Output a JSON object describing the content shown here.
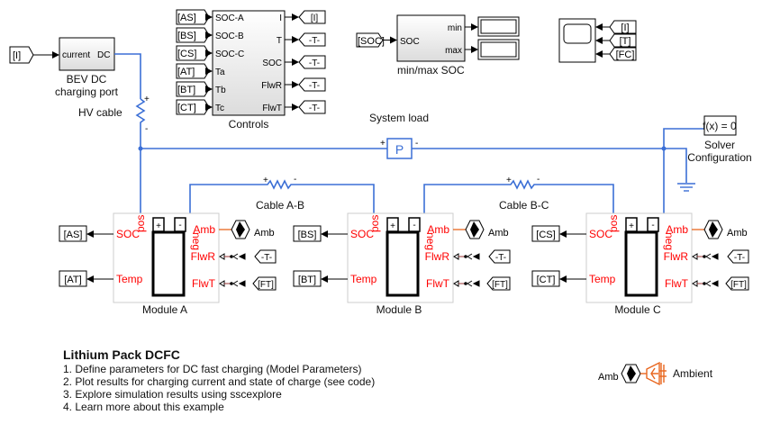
{
  "colors": {
    "wire": "#3b6fd6",
    "port_label": "#ff0000",
    "thermal": "#e8661e"
  },
  "charging_port": {
    "input_tag": "[I]",
    "in_port": "current",
    "out_port": "DC",
    "label_line1": "BEV DC",
    "label_line2": "charging port"
  },
  "hv_cable": {
    "label": "HV cable",
    "plus": "+",
    "minus": "-"
  },
  "controls": {
    "label": "Controls",
    "inputs": [
      {
        "tag": "[AS]",
        "port": "SOC-A"
      },
      {
        "tag": "[BS]",
        "port": "SOC-B"
      },
      {
        "tag": "[CS]",
        "port": "SOC-C"
      },
      {
        "tag": "[AT]",
        "port": "Ta"
      },
      {
        "tag": "[BT]",
        "port": "Tb"
      },
      {
        "tag": "[CT]",
        "port": "Tc"
      }
    ],
    "outputs": [
      {
        "port": "I",
        "tag": "[I]"
      },
      {
        "port": "T",
        "tag": "-T-"
      },
      {
        "port": "SOC",
        "tag": "-T-"
      },
      {
        "port": "FlwR",
        "tag": "-T-"
      },
      {
        "port": "FlwT",
        "tag": "-T-"
      }
    ]
  },
  "minmax": {
    "label": "min/max SOC",
    "input_tag": "[SOC]",
    "in_port": "SOC",
    "out_min": "min",
    "out_max": "max"
  },
  "scope": {
    "tags": [
      "[I]",
      "[T]",
      "[FC]"
    ],
    "icon": "scope-icon"
  },
  "system_load": {
    "label": "System load",
    "symbol": "P",
    "plus": "+",
    "minus": "-"
  },
  "solver": {
    "text": "f(x) = 0",
    "label_line1": "Solver",
    "label_line2": "Configuration"
  },
  "cables": [
    {
      "label": "Cable A-B",
      "plus": "+",
      "minus": "-"
    },
    {
      "label": "Cable B-C",
      "plus": "+",
      "minus": "-"
    }
  ],
  "modules": [
    {
      "label": "Module A",
      "soc_tag": "[AS]",
      "temp_tag": "[AT]",
      "flwr_tag": "-T-",
      "flwt_tag": "[FT]",
      "amb": "Amb"
    },
    {
      "label": "Module B",
      "soc_tag": "[BS]",
      "temp_tag": "[BT]",
      "flwr_tag": "-T-",
      "flwt_tag": "[FT]",
      "amb": "Amb"
    },
    {
      "label": "Module C",
      "soc_tag": "[CS]",
      "temp_tag": "[CT]",
      "flwr_tag": "-T-",
      "flwt_tag": "[FT]",
      "amb": "Amb"
    }
  ],
  "module_ports": {
    "pos": "pos",
    "neg": "neg",
    "soc": "SOC",
    "temp": "Temp",
    "amb": "Amb",
    "flwr": "FlwR",
    "flwt": "FlwT"
  },
  "ambient": {
    "tag": "Amb",
    "label": "Ambient"
  },
  "notes": {
    "title": "Lithium Pack DCFC",
    "items": [
      "1. Define parameters for DC fast charging (Model Parameters)",
      "2. Plot results for charging current and state of charge (see code)",
      "3. Explore simulation results using sscexplore",
      "4. Learn more about this example"
    ]
  }
}
